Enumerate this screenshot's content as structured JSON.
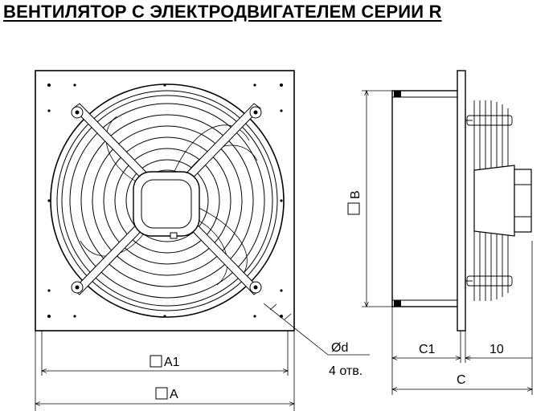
{
  "title": "ВЕНТИЛЯТОР С ЭЛЕКТРОДВИГАТЕЛЕМ СЕРИИ R",
  "dimensions": {
    "a1": "A1",
    "a": "A",
    "b": "B",
    "c1": "C1",
    "ten": "10",
    "c": "C",
    "d": "Ød",
    "holes": "4 отв."
  }
}
